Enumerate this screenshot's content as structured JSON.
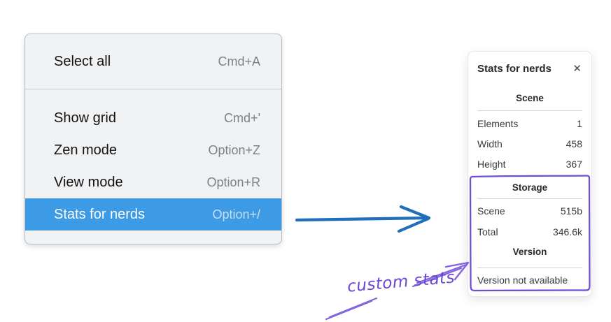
{
  "menu": {
    "items": [
      {
        "label": "Select all",
        "shortcut": "Cmd+A",
        "selected": false
      },
      {
        "label": "Show grid",
        "shortcut": "Cmd+'",
        "selected": false
      },
      {
        "label": "Zen mode",
        "shortcut": "Option+Z",
        "selected": false
      },
      {
        "label": "View mode",
        "shortcut": "Option+R",
        "selected": false
      },
      {
        "label": "Stats for nerds",
        "shortcut": "Option+/",
        "selected": true
      }
    ]
  },
  "panel": {
    "title": "Stats for nerds",
    "sections": {
      "scene": {
        "heading": "Scene",
        "rows": [
          {
            "label": "Elements",
            "value": "1"
          },
          {
            "label": "Width",
            "value": "458"
          },
          {
            "label": "Height",
            "value": "367"
          }
        ]
      },
      "storage": {
        "heading": "Storage",
        "rows": [
          {
            "label": "Scene",
            "value": "515b"
          },
          {
            "label": "Total",
            "value": "346.6k"
          }
        ]
      },
      "version": {
        "heading": "Version",
        "note": "Version not available"
      }
    }
  },
  "annotation": {
    "label": "custom stats"
  },
  "icons": {
    "close": "✕"
  },
  "colors": {
    "selection_blue": "#3d9ae4",
    "arrow_blue": "#1f6fba",
    "annotation_purple": "#6f4dd8"
  }
}
